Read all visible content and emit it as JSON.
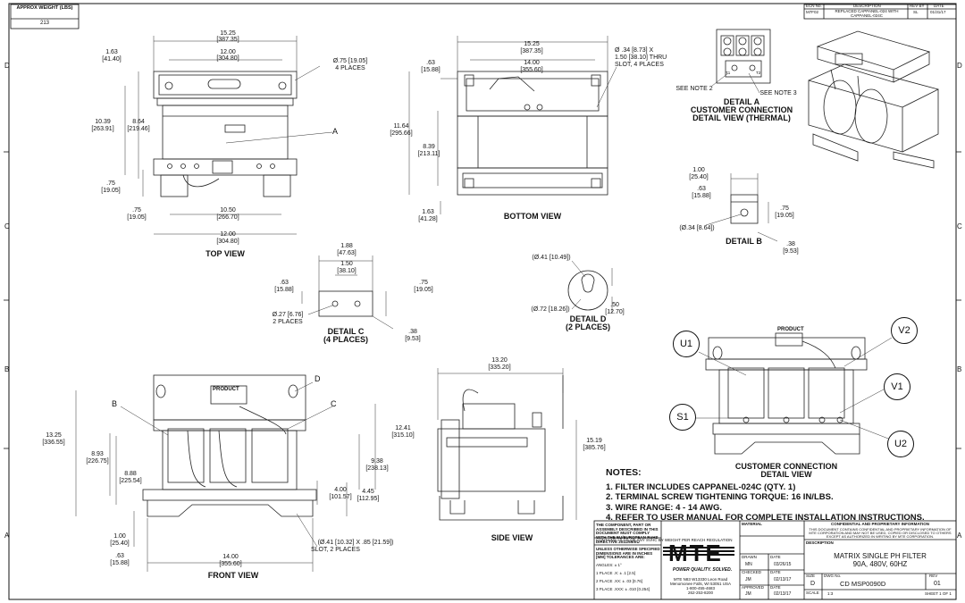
{
  "approx_weight": {
    "label": "APPROX WEIGHT (LBS)",
    "value": "213"
  },
  "revision_block": {
    "headers": [
      "ECN No.",
      "DESCRIPTION",
      "REV BY",
      "DATE"
    ],
    "row": [
      "M7F02",
      "REPLACED CAPPANEL-024 WITH CAPPANEL-024C",
      "SL",
      "01/31/17"
    ]
  },
  "grid": {
    "left_letters": [
      "D",
      "C",
      "B",
      "A"
    ],
    "right_letters": [
      "D",
      "C",
      "B",
      "A"
    ]
  },
  "top_view": {
    "title": "TOP VIEW",
    "dims": [
      "15.25",
      "[387.35]",
      "12.00",
      "[304.80]",
      "1.63",
      "[41.40]",
      "Ø.75 [19.05]",
      "4 PLACES",
      "10.39",
      "[263.91]",
      "8.64",
      "[219.46]",
      ".75",
      "[19.05]",
      ".75",
      "[19.05]",
      "10.50",
      "[266.70]",
      "12.00",
      "[304.80]"
    ],
    "callout": "A"
  },
  "bottom_view": {
    "title": "BOTTOM VIEW",
    "dims": [
      "15.25",
      "[387.35]",
      "14.00",
      "[355.60]",
      ".63",
      "[15.88]",
      "Ø .34 [8.73] X",
      "1.50 [38.10] THRU",
      "SLOT, 4 PLACES",
      "11.64",
      "[295.66]",
      "8.39",
      "[213.11]",
      "1.63",
      "[41.28]"
    ]
  },
  "detail_a": {
    "title_lines": [
      "DETAIL A",
      "CUSTOMER CONNECTION",
      "DETAIL VIEW (THERMAL)"
    ],
    "note2": "SEE NOTE 2",
    "note3": "SEE NOTE 3",
    "t1": "T1",
    "t2": "T2"
  },
  "detail_b": {
    "title": "DETAIL B",
    "dims": [
      "1.00",
      "[25.40]",
      ".63",
      "[15.88]",
      ".75",
      "[19.05]",
      "(Ø.34 [8.64])",
      ".38",
      "[9.53]"
    ]
  },
  "detail_c": {
    "title_lines": [
      "DETAIL C",
      "(4 PLACES)"
    ],
    "dims": [
      "1.88",
      "[47.63]",
      "1.50",
      "[38.10]",
      ".63",
      "[15.88]",
      ".75",
      "[19.05]",
      "Ø.27 [6.76]",
      "2 PLACES",
      ".38",
      "[9.53]"
    ]
  },
  "detail_d": {
    "title_lines": [
      "DETAIL D",
      "(2 PLACES)"
    ],
    "dims": [
      "(Ø.41 [10.49])",
      "(Ø.72 [18.26])",
      ".50",
      "[12.70]"
    ]
  },
  "front_view": {
    "title": "FRONT VIEW",
    "product_label": "PRODUCT",
    "callouts": [
      "B",
      "C",
      "D"
    ],
    "dims": [
      "13.25",
      "[336.55]",
      "8.93",
      "[226.75]",
      "8.88",
      "[225.54]",
      "12.41",
      "[315.10]",
      "9.38",
      "[238.13]",
      "4.00",
      "[101.57]",
      "4.45",
      "[112.95]",
      "1.00",
      "[25.40]",
      ".63",
      "[15.88]",
      "14.00",
      "[355.60]",
      "(Ø.41 [10.32] X .85 [21.59])",
      "SLOT, 2 PLACES"
    ]
  },
  "side_view": {
    "title": "SIDE VIEW",
    "dims": [
      "13.20",
      "[335.20]",
      "15.19",
      "[385.76]"
    ]
  },
  "customer_connection": {
    "title_lines": [
      "CUSTOMER CONNECTION",
      "DETAIL VIEW"
    ],
    "product_label": "PRODUCT",
    "terminals": [
      "U1",
      "V2",
      "S1",
      "V1",
      "U2"
    ]
  },
  "notes": {
    "heading": "NOTES:",
    "items": [
      "1.  FILTER INCLUDES CAPPANEL-024C (QTY. 1)",
      "2.  TERMINAL SCREW TIGHTENING TORQUE: 16 IN/LBS.",
      "3.  WIRE RANGE: 4 - 14 AWG.",
      "4.  REFER TO USER MANUAL FOR COMPLETE INSTALLATION INSTRUCTIONS."
    ]
  },
  "title_block": {
    "compliance": "THE COMPONENT, PART OR ASSEMBLY DESCRIBED IN THIS DOCUMENT MUST COMPLY WITH THE EU/EUROPEAN RoHS DIRECTIVE 2011/65/EU",
    "contains": "CONTAINS <0.1% OF ANY SVHC BY WEIGHT PER REACH REGULATION",
    "tolerance_head": "UNLESS OTHERWISE SPECIFIED DIMENSIONS ARE IN INCHES [MM] TOLERANCES ARE:",
    "tolerances": [
      "ANGLES: ± 1°",
      "1 PLACE .X: ± .1 [2.5]",
      "2 PLACE .XX: ± .03 [0.76]",
      "3 PLACE .XXX: ± .010 [0.254]"
    ],
    "logo": "MTE",
    "tagline": "POWER QUALITY. SOLVED.",
    "address": [
      "MTE N83 W13330 Leon Road",
      "Menomonee Falls, WI 53051 USA",
      "1-800-455-4683",
      "262-253-8200"
    ],
    "material_label": "MATERIAL",
    "confidential_head": "CONFIDENTIAL AND PROPRIETARY INFORMATION",
    "confidential_body": "THIS DOCUMENT CONTAINS CONFIDENTIAL AND PROPRIETARY INFORMATION OF MTE CORPORATION AND MAY NOT BE USED, COPIED OR DISCLOSED TO OTHERS EXCEPT AS AUTHORIZED IN WRITING BY MTE CORPORATION.",
    "drawn_label": "DRAWN",
    "drawn_by": "MN",
    "drawn_date": "03/26/15",
    "checked_label": "CHECKED",
    "checked_by": "JM",
    "checked_date": "02/13/17",
    "approved_label": "APPROVED",
    "approved_by": "JM",
    "approved_date": "02/13/17",
    "date_label": "DATE",
    "description_label": "DESCRIPTION",
    "description": [
      "MATRIX SINGLE PH FILTER",
      "90A, 480V, 60HZ"
    ],
    "size_label": "SIZE",
    "size": "D",
    "dwg_label": "DWG No.",
    "dwg_no": "CD MSP0090D",
    "rev_label": "REV",
    "rev": "01",
    "scale_label": "SCALE",
    "scale": "1:3",
    "sheet": "SHEET 1 OF 1"
  }
}
